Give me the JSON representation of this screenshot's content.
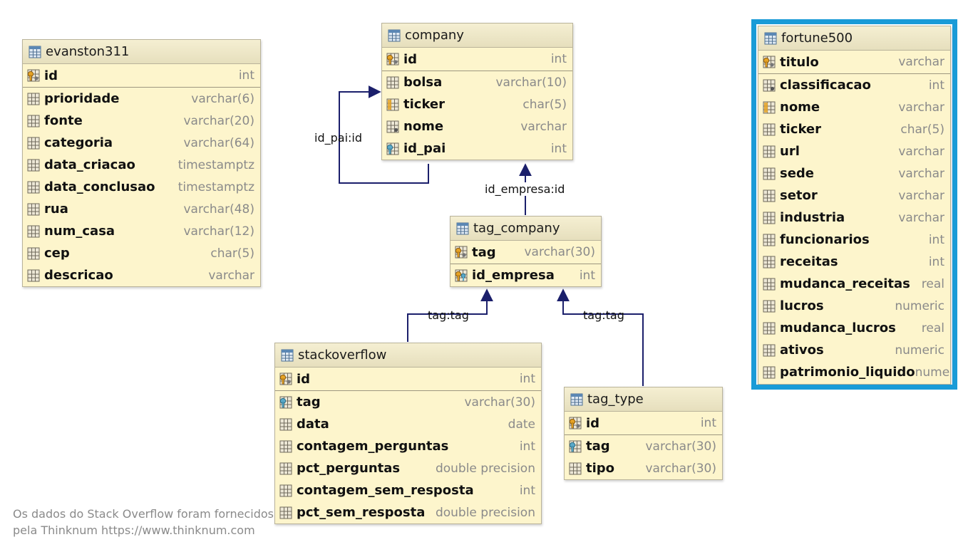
{
  "tables": {
    "evanston311": {
      "name": "evanston311",
      "columns": [
        {
          "name": "id",
          "type": "int",
          "key": "pk"
        },
        {
          "name": "prioridade",
          "type": "varchar(6)",
          "key": "none"
        },
        {
          "name": "fonte",
          "type": "varchar(20)",
          "key": "none"
        },
        {
          "name": "categoria",
          "type": "varchar(64)",
          "key": "none"
        },
        {
          "name": "data_criacao",
          "type": "timestamptz",
          "key": "none"
        },
        {
          "name": "data_conclusao",
          "type": "timestamptz",
          "key": "none"
        },
        {
          "name": "rua",
          "type": "varchar(48)",
          "key": "none"
        },
        {
          "name": "num_casa",
          "type": "varchar(12)",
          "key": "none"
        },
        {
          "name": "cep",
          "type": "char(5)",
          "key": "none"
        },
        {
          "name": "descricao",
          "type": "varchar",
          "key": "none"
        }
      ]
    },
    "company": {
      "name": "company",
      "columns": [
        {
          "name": "id",
          "type": "int",
          "key": "pk"
        },
        {
          "name": "bolsa",
          "type": "varchar(10)",
          "key": "none"
        },
        {
          "name": "ticker",
          "type": "char(5)",
          "key": "unique"
        },
        {
          "name": "nome",
          "type": "varchar",
          "key": "notnull"
        },
        {
          "name": "id_pai",
          "type": "int",
          "key": "fk"
        }
      ]
    },
    "tag_company": {
      "name": "tag_company",
      "columns": [
        {
          "name": "tag",
          "type": "varchar(30)",
          "key": "pk"
        },
        {
          "name": "id_empresa",
          "type": "int",
          "key": "pkfk"
        }
      ]
    },
    "stackoverflow": {
      "name": "stackoverflow",
      "columns": [
        {
          "name": "id",
          "type": "int",
          "key": "pk"
        },
        {
          "name": "tag",
          "type": "varchar(30)",
          "key": "fk"
        },
        {
          "name": "data",
          "type": "date",
          "key": "none"
        },
        {
          "name": "contagem_perguntas",
          "type": "int",
          "key": "none"
        },
        {
          "name": "pct_perguntas",
          "type": "double precision",
          "key": "none"
        },
        {
          "name": "contagem_sem_resposta",
          "type": "int",
          "key": "none"
        },
        {
          "name": "pct_sem_resposta",
          "type": "double precision",
          "key": "none"
        }
      ]
    },
    "tag_type": {
      "name": "tag_type",
      "columns": [
        {
          "name": "id",
          "type": "int",
          "key": "pk"
        },
        {
          "name": "tag",
          "type": "varchar(30)",
          "key": "fk"
        },
        {
          "name": "tipo",
          "type": "varchar(30)",
          "key": "none"
        }
      ]
    },
    "fortune500": {
      "name": "fortune500",
      "columns": [
        {
          "name": "titulo",
          "type": "varchar",
          "key": "pk"
        },
        {
          "name": "classificacao",
          "type": "int",
          "key": "notnull"
        },
        {
          "name": "nome",
          "type": "varchar",
          "key": "unique"
        },
        {
          "name": "ticker",
          "type": "char(5)",
          "key": "none"
        },
        {
          "name": "url",
          "type": "varchar",
          "key": "none"
        },
        {
          "name": "sede",
          "type": "varchar",
          "key": "none"
        },
        {
          "name": "setor",
          "type": "varchar",
          "key": "none"
        },
        {
          "name": "industria",
          "type": "varchar",
          "key": "none"
        },
        {
          "name": "funcionarios",
          "type": "int",
          "key": "none"
        },
        {
          "name": "receitas",
          "type": "int",
          "key": "none"
        },
        {
          "name": "mudanca_receitas",
          "type": "real",
          "key": "none"
        },
        {
          "name": "lucros",
          "type": "numeric",
          "key": "none"
        },
        {
          "name": "mudanca_lucros",
          "type": "real",
          "key": "none"
        },
        {
          "name": "ativos",
          "type": "numeric",
          "key": "none"
        },
        {
          "name": "patrimonio_liquido",
          "type": "nume",
          "key": "none"
        }
      ]
    }
  },
  "relations": {
    "company_self": "id_pai:id",
    "tag_company_company": "id_empresa:id",
    "stackoverflow_tag_company": "tag:tag",
    "tag_type_tag_company": "tag:tag"
  },
  "footnote": {
    "line1": "Os dados do Stack Overflow foram fornecidos",
    "line2": "pela Thinknum https://www.thinknum.com"
  },
  "colors": {
    "table_bg": "#fdf5cc",
    "highlight": "#1a9bd7",
    "relation_line": "#1b1f6b"
  }
}
